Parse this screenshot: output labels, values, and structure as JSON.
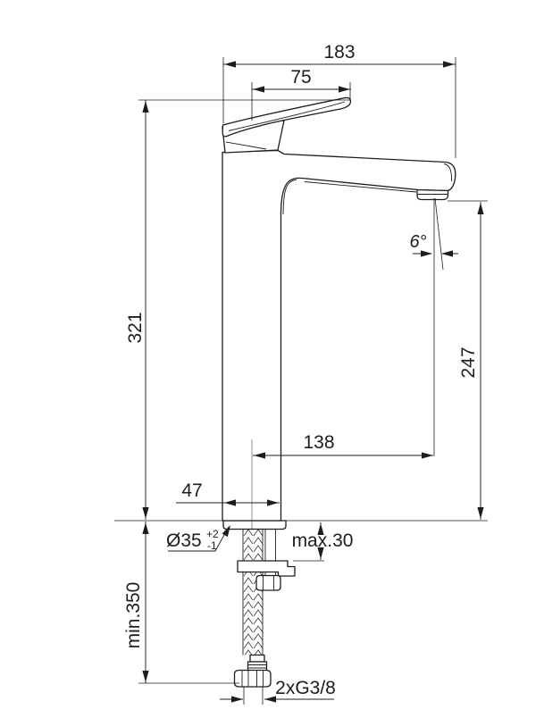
{
  "dims": {
    "overall_width": "183",
    "handle_projection": "75",
    "total_height": "321",
    "outlet_height": "247",
    "spout_reach": "138",
    "body_width": "47",
    "outlet_angle": "6°",
    "hole_diameter": "Ø35",
    "hole_tol_plus": "+2",
    "hole_tol_minus": "-1",
    "max_deck_thickness": "max.30",
    "min_hose_length": "min.350",
    "supply_connection": "2xG3/8"
  },
  "colors": {
    "line": "#1d1d1b",
    "background": "#ffffff"
  }
}
